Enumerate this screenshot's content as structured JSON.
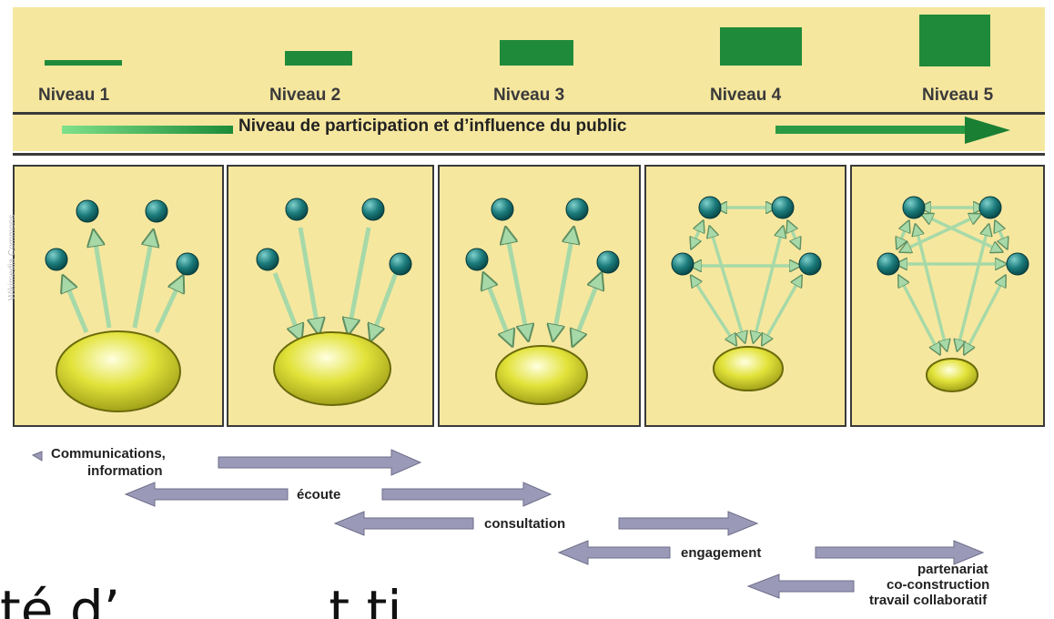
{
  "levels": [
    "Niveau 1",
    "Niveau 2",
    "Niveau 3",
    "Niveau 4",
    "Niveau 5"
  ],
  "participation_label": "Niveau de participation et d’influence du public",
  "side_credit": "Wikimedia Commons",
  "flow": {
    "communications": "Communications,",
    "information": "information",
    "ecoute": "écoute",
    "consultation": "consultation",
    "engagement": "engagement",
    "partenariat": "partenariat",
    "coconstruction": "co-construction",
    "travail": "travail collaboratif"
  },
  "bottom_text": "té d’…   …  … t  ti",
  "colors": {
    "background": "#f6e79f",
    "bar_green": "#1f8a3a",
    "arrow_gray": "#9a9ab8",
    "arrow_green": "#a7d9a8",
    "node_teal": "#0f6a6a",
    "ellipse_yellow": "#d6d626"
  }
}
